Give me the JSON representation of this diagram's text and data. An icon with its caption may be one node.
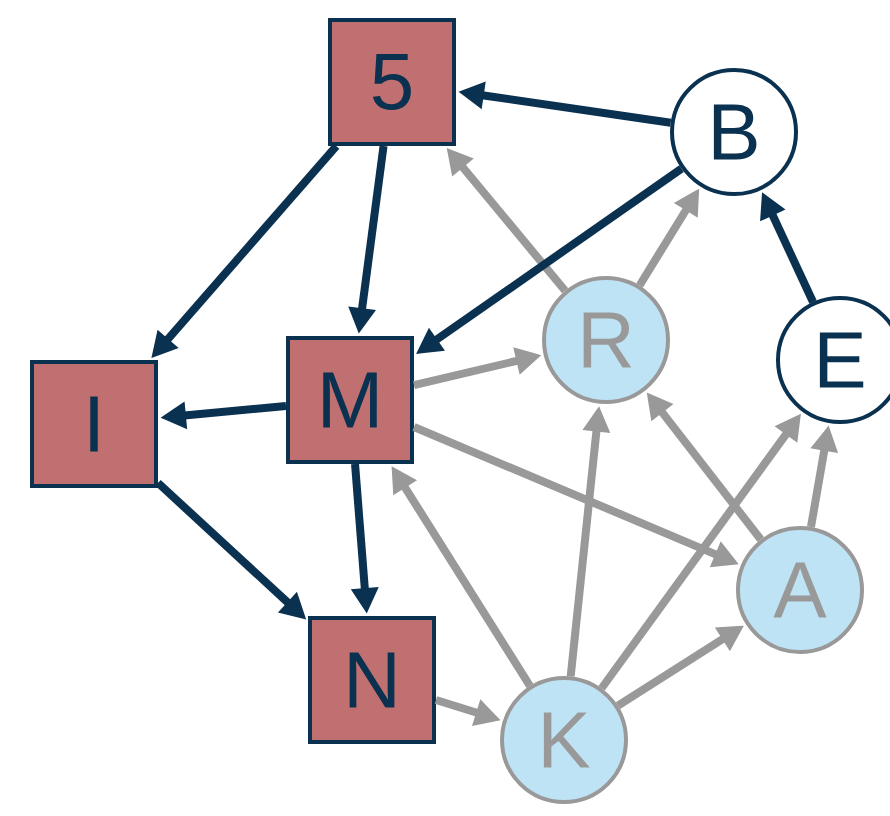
{
  "diagram": {
    "nodes": [
      {
        "text": [
          "5"
        ]
      },
      {
        "text": [
          "B"
        ]
      },
      {
        "text": [
          "I"
        ]
      },
      {
        "text": [
          "M"
        ]
      },
      {
        "text": [
          "R"
        ]
      },
      {
        "text": [
          "E"
        ]
      },
      {
        "text": [
          "A"
        ]
      },
      {
        "text": [
          "N"
        ]
      },
      {
        "text": [
          "K"
        ]
      }
    ],
    "edges": [
      {
        "from": 1,
        "to": 0,
        "arrow": "to",
        "color": "#0b3150"
      },
      {
        "from": 0,
        "to": 2,
        "arrow": "to",
        "color": "#0b3150"
      },
      {
        "from": 0,
        "to": 3,
        "arrow": "to",
        "color": "#0b3150"
      },
      {
        "from": 1,
        "to": 3,
        "arrow": "to",
        "color": "#0b3150"
      },
      {
        "from": 3,
        "to": 2,
        "arrow": "to",
        "color": "#0b3150"
      },
      {
        "from": 2,
        "to": 7,
        "arrow": "to",
        "color": "#0b3150"
      },
      {
        "from": 3,
        "to": 7,
        "arrow": "to",
        "color": "#0b3150"
      },
      {
        "from": 5,
        "to": 1,
        "arrow": "to",
        "color": "#0b3150"
      },
      {
        "from": 3,
        "to": 4,
        "arrow": "to"
      },
      {
        "from": 4,
        "to": 0,
        "arrow": "to"
      },
      {
        "from": 4,
        "to": 1,
        "arrow": "to"
      },
      {
        "from": 7,
        "to": 8,
        "arrow": "to"
      },
      {
        "from": 8,
        "to": 3,
        "arrow": "to"
      },
      {
        "from": 8,
        "to": 4,
        "arrow": "to"
      },
      {
        "from": 8,
        "to": 5,
        "arrow": "to"
      },
      {
        "from": 8,
        "to": 6,
        "arrow": "to"
      },
      {
        "from": 3,
        "to": 6,
        "arrow": "to"
      },
      {
        "from": 6,
        "to": 4,
        "arrow": "to"
      },
      {
        "from": 6,
        "to": 5,
        "arrow": "to"
      }
    ]
  }
}
